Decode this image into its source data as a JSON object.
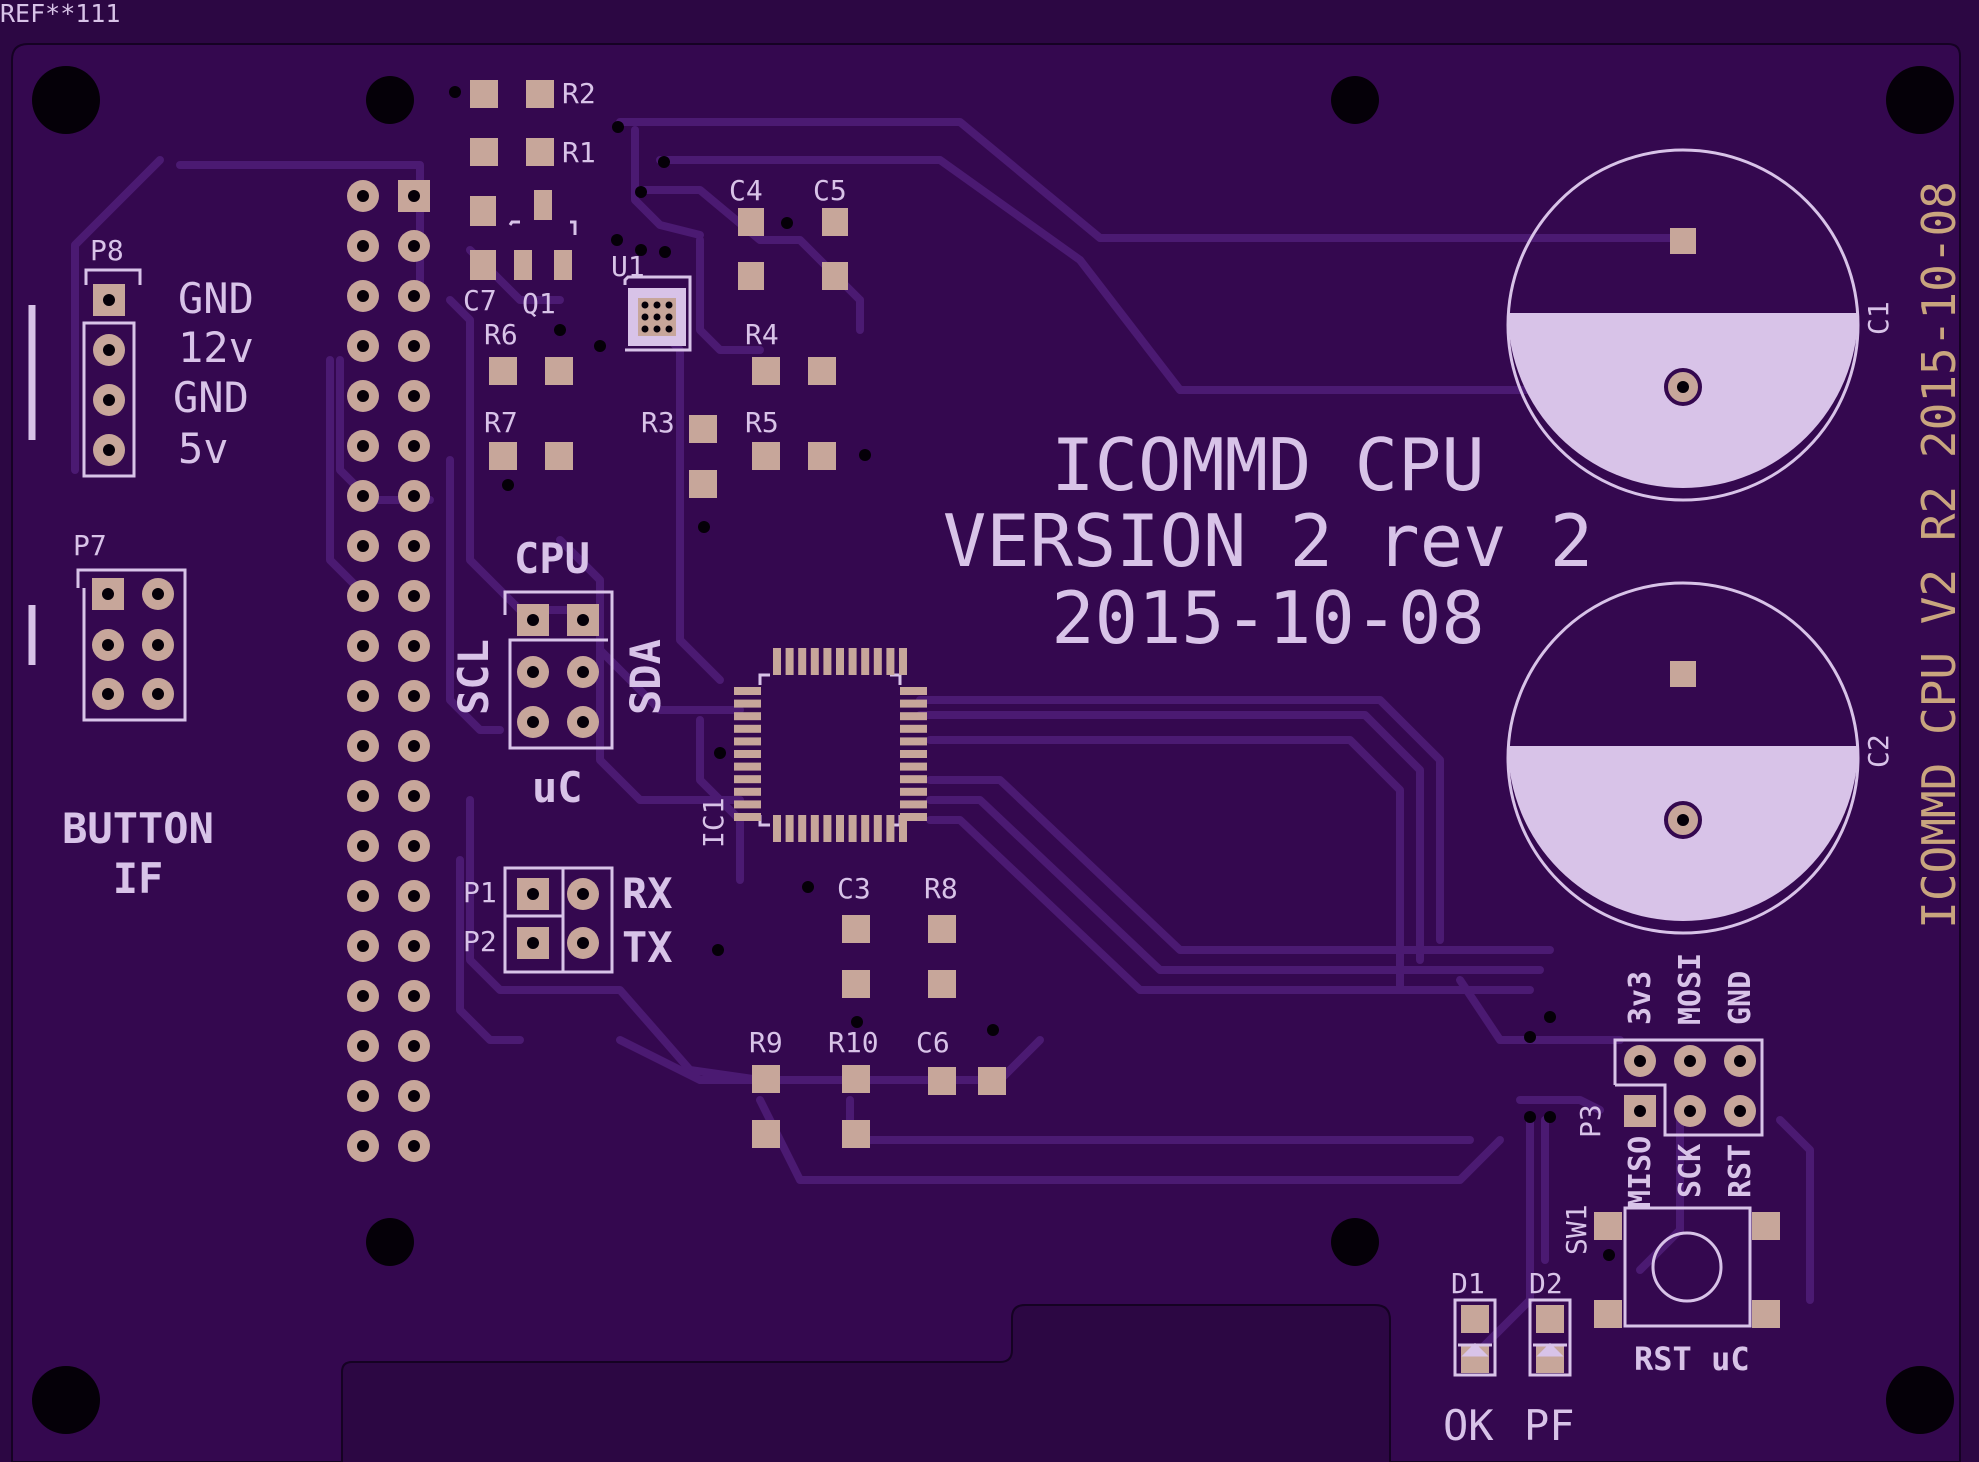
{
  "board": {
    "ref_label": "REF**111",
    "title_lines": [
      "ICOMMD CPU",
      "VERSION 2 rev 2",
      "2015-10-08"
    ],
    "vertical_title": "ICOMMD CPU V2 R2 2015-10-08"
  },
  "connectors": {
    "power_labels": [
      "GND",
      "12v",
      "GND",
      "5v"
    ],
    "button_if": [
      "BUTTON",
      "IF"
    ],
    "i2c": {
      "top": "CPU",
      "left": "SCL",
      "right": "SDA",
      "bottom": "uC"
    },
    "serial": [
      "RX",
      "TX"
    ],
    "isp_top": [
      "3v3",
      "MOSI",
      "GND"
    ],
    "isp_bottom": [
      "MISO",
      "SCK",
      "RST"
    ],
    "reset_label": "RST uC",
    "led_labels": [
      "OK",
      "PF"
    ]
  },
  "designators": {
    "P8": "P8",
    "P7": "P7",
    "P1": "P1",
    "P2": "P2",
    "P3": "P3",
    "R1": "R1",
    "R2": "R2",
    "R3": "R3",
    "R4": "R4",
    "R5": "R5",
    "R6": "R6",
    "R7": "R7",
    "R8": "R8",
    "R9": "R9",
    "R10": "R10",
    "C1": "C1",
    "C2": "C2",
    "C3": "C3",
    "C4": "C4",
    "C5": "C5",
    "C6": "C6",
    "C7": "C7",
    "Q1": "Q1",
    "U1": "U1",
    "IC1": "IC1",
    "SW1": "SW1",
    "D1": "D1",
    "D2": "D2"
  },
  "colors": {
    "substrate": "#34084f",
    "copper_trace": "#4b1a72",
    "pad": "#c7a69a",
    "silkscreen": "#d8c3e8",
    "silkscreen_gold": "#c9a57e",
    "hole": "#050008"
  }
}
